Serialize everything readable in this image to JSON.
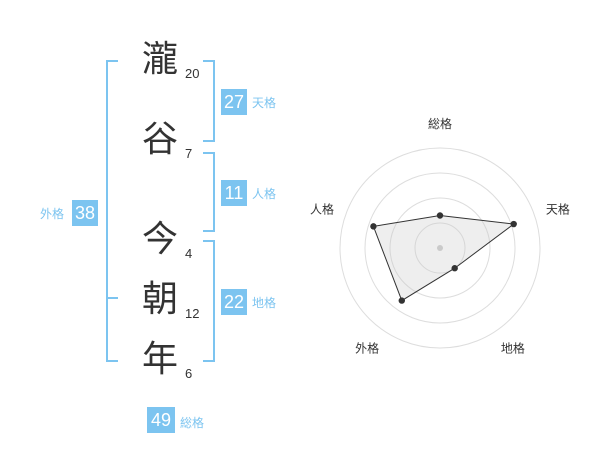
{
  "name": {
    "chars": [
      {
        "char": "瀧",
        "strokes": "20"
      },
      {
        "char": "谷",
        "strokes": "7"
      },
      {
        "char": "今",
        "strokes": "4"
      },
      {
        "char": "朝",
        "strokes": "12"
      },
      {
        "char": "年",
        "strokes": "6"
      }
    ]
  },
  "kaku": {
    "tenkaku": {
      "value": "27",
      "label": "天格"
    },
    "jinkaku": {
      "value": "11",
      "label": "人格"
    },
    "chikaku": {
      "value": "22",
      "label": "地格"
    },
    "gaikaku": {
      "value": "38",
      "label": "外格"
    },
    "soukaku": {
      "value": "49",
      "label": "総格"
    }
  },
  "colors": {
    "accent": "#7cc4f0",
    "text": "#333333"
  },
  "chart_data": {
    "type": "radar",
    "axes": [
      "総格",
      "天格",
      "地格",
      "外格",
      "人格"
    ],
    "values": [
      1.3,
      3.1,
      1.0,
      2.6,
      2.8
    ],
    "max": 4,
    "rings": 4
  }
}
